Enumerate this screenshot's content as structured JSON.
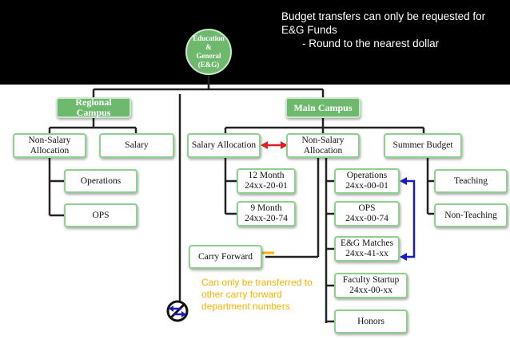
{
  "header": {
    "note_line1": "Budget transfers can only be requested for",
    "note_line2": "E&G Funds",
    "note_line3": "- Round to the nearest dollar"
  },
  "root": {
    "label": "Education\n&\nGeneral\n(E&G)"
  },
  "regional": {
    "label": "Regional Campus",
    "non_salary": "Non-Salary\nAllocation",
    "salary": "Salary",
    "operations": "Operations",
    "ops": "OPS"
  },
  "main": {
    "label": "Main Campus",
    "salary_allocation": "Salary Allocation",
    "non_salary": "Non-Salary\nAllocation",
    "summer_budget": "Summer Budget",
    "month12": "12 Month\n24xx-20-01",
    "month9": "9 Month\n24xx-20-74",
    "operations": "Operations\n24xx-00-01",
    "ops": "OPS\n24xx-00-74",
    "eg_matches": "E&G Matches\n24xx-41-xx",
    "faculty_startup": "Faculty Startup\n24xx-00-xx",
    "honors": "Honors",
    "teaching": "Teaching",
    "non_teaching": "Non-Teaching"
  },
  "carry_forward": {
    "label": "Carry Forward",
    "note": "Can only be transferred to other carry forward department numbers"
  },
  "colors": {
    "green": "#6fb96f",
    "border": "#8fcf8f",
    "red": "#e02020",
    "blue": "#1a1acc",
    "yellow": "#f5b400"
  },
  "icons": [
    "double-arrow-icon",
    "bracket-arrow-icon",
    "carry-forward-arrow-icon",
    "no-entry-icon"
  ]
}
